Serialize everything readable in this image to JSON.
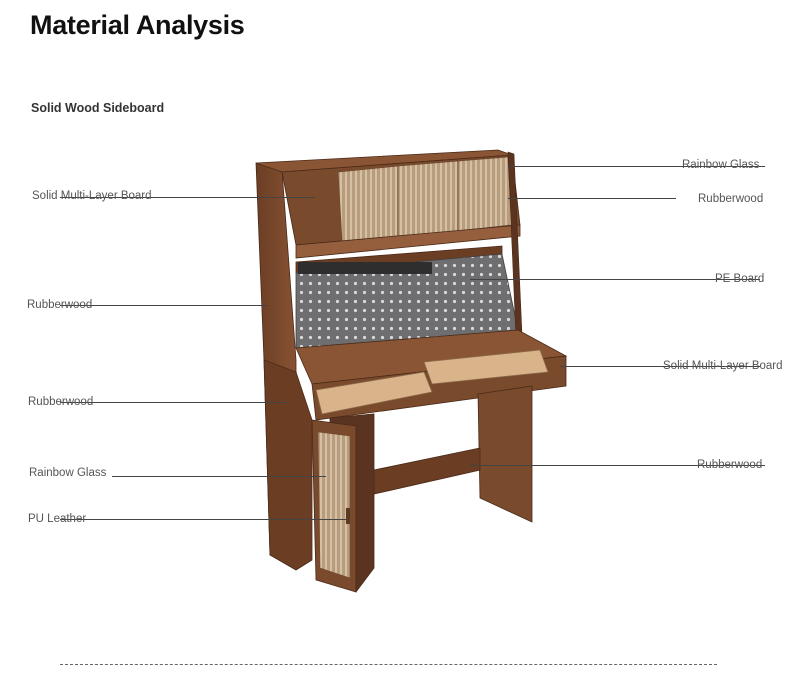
{
  "title": "Material Analysis",
  "subtitle": "Solid Wood Sideboard",
  "labels": {
    "rainbow_glass_top": "Rainbow Glass",
    "rubberwood_top_right": "Rubberwood",
    "pe_board": "PE Board",
    "solid_multi_layer_board_right": "Solid Multi-Layer Board",
    "rubberwood_leg_right": "Rubberwood",
    "solid_multi_layer_board_left": "Solid Multi-Layer Board",
    "rubberwood_side_left": "Rubberwood",
    "rubberwood_cabinet_left": "Rubberwood",
    "rainbow_glass_door": "Rainbow Glass",
    "pu_leather": "PU Leather"
  },
  "colors": {
    "wood": "#7a4a2c",
    "wood_dark": "#5a3420",
    "wood_light": "#946040",
    "pegboard": "#6e6e70",
    "glass": "#b89c7e",
    "drawer_inner": "#d9b38a"
  }
}
